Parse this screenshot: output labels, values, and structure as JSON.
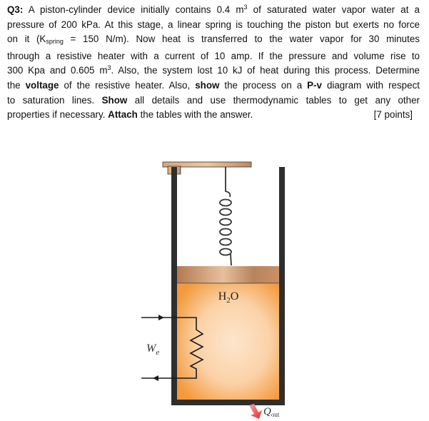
{
  "question": {
    "label": "Q3:",
    "line1": " A piston-cylinder device initially contains 0.4 m",
    "line1_sup": "3",
    "line1_tail": " of saturated water vapor water at a",
    "line2": "pressure of 200 kPa. At this stage, a linear spring is touching the piston but exerts no force",
    "line3_a": "on it (K",
    "line3_sub": "spring",
    "line3_b": " = 150 N/m). Now heat is transferred to the water vapor for 30 minutes",
    "line4": "through a resistive heater with a current of 10 amp. If the pressure and volume rise to",
    "line5_a": "300 Kpa and 0.605 m",
    "line5_sup": "3",
    "line5_b": ". Also, the system lost 10 kJ of heat during this process. Determine",
    "line6_a": "the ",
    "line6_bold1": "voltage",
    "line6_b": " of the resistive heater. Also, ",
    "line6_bold2": "show",
    "line6_c": " the process on a ",
    "line6_bold3": "P-v",
    "line6_d": " diagram with respect",
    "line7_a": "to saturation lines. ",
    "line7_bold": "Show",
    "line7_b": " all details and use thermodynamic tables to get any other",
    "line8_a": "properties if necessary. ",
    "line8_bold": "Attach",
    "line8_b": " the tables with the answer.",
    "points": "[7 points]"
  },
  "figure": {
    "substance_label": "H",
    "substance_sub": "2",
    "substance_tail": "O",
    "work_label": "W",
    "work_sub": "e",
    "heat_label": "Q",
    "heat_sub": "out",
    "colors": {
      "wall": "#2e2e2e",
      "piston": "#c99066",
      "water_edge": "#f39a3c",
      "water_center": "#fde3c6",
      "heat_arrow": "#e8262a"
    }
  }
}
